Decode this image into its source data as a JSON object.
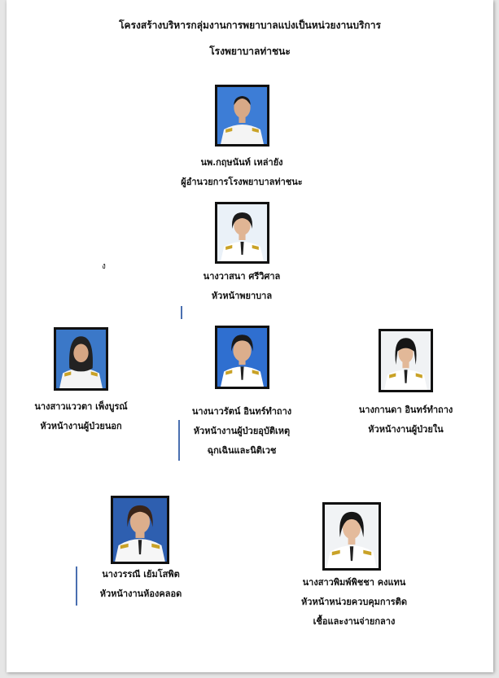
{
  "header": {
    "title_line1": "โครงสร้างบริหารกลุ่มงานการพยาบาลแบ่งเป็นหน่วยงานบริการ",
    "title_line2": "โรงพยาบาลท่าชนะ"
  },
  "stray_mark": "ง",
  "people": [
    {
      "name": "นพ.กฤษนันท์ เหล่ายัง",
      "role": "ผู้อำนวยการโรงพยาบาลท่าชนะ",
      "role2": ""
    },
    {
      "name": "นางวาสนา ศรีวิศาล",
      "role": "หัวหน้าพยาบาล",
      "role2": ""
    },
    {
      "name": "นางสาวแววตา เพ็งบูรณ์",
      "role": "หัวหน้างานผู้ป่วยนอก",
      "role2": ""
    },
    {
      "name": "นางนาวรัตน์ อินทร์ทำถาง",
      "role": "หัวหน้างานผู้ป่วยอุบัติเหตุ",
      "role2": "ฉุกเฉินและนิติเวช"
    },
    {
      "name": "นางกานดา อินทร์ทำถาง",
      "role": "หัวหน้างานผู้ป่วยใน",
      "role2": ""
    },
    {
      "name": "นางวรรณี เย้มโสพิต",
      "role": "หัวหน้างานห้องคลอด",
      "role2": ""
    },
    {
      "name": "นางสาวพิมพ์พิชชา คงแทน",
      "role": "หัวหน้าหน่วยควบคุมการติด",
      "role2": "เชื้อและงานจ่ายกลาง"
    }
  ]
}
